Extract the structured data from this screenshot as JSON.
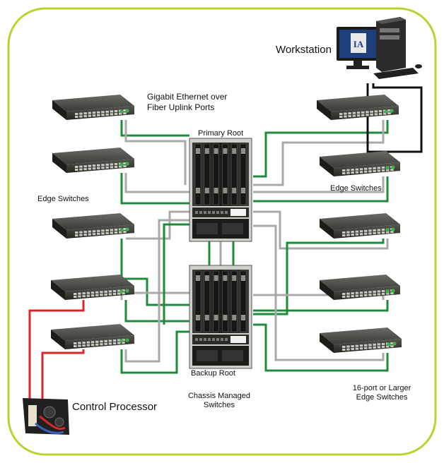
{
  "labels": {
    "workstation": "Workstation",
    "uplink_line1": "Gigabit Ethernet over",
    "uplink_line2": "Fiber Uplink Ports",
    "primary_root": "Primary Root",
    "edge_switches_left": "Edge Switches",
    "edge_switches_right": "Edge Switches",
    "backup_root": "Backup Root",
    "chassis_line1": "Chassis Managed",
    "chassis_line2": "Switches",
    "larger_line1": "16-port or Larger",
    "larger_line2": "Edge Switches",
    "control_processor": "Control Processor"
  },
  "colors": {
    "border": "#b7d432",
    "fiber_link": "#1f8a3c",
    "copper_link": "#a9a9a9",
    "control_link": "#d8262b",
    "workstation_link": "#111111",
    "switch_body": "#3d3e3a"
  },
  "monitor_logo_text": "IA"
}
